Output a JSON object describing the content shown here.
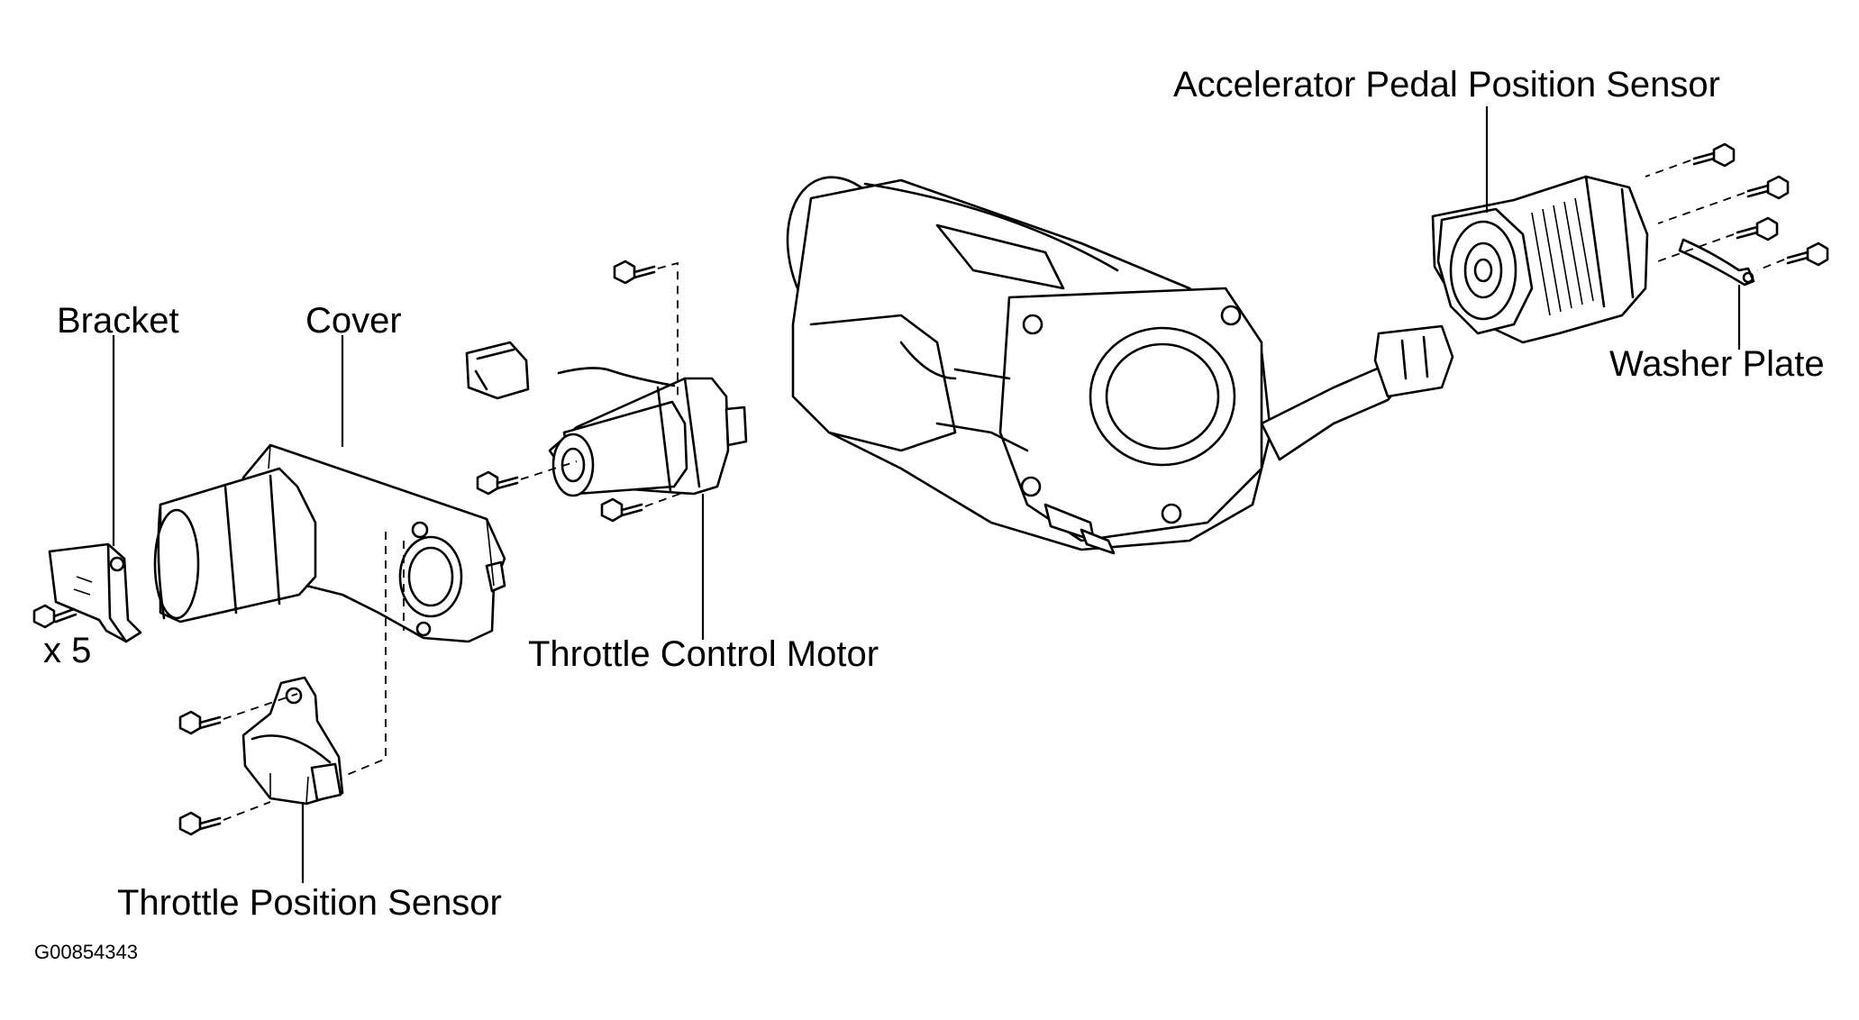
{
  "labels": {
    "bracket": "Bracket",
    "cover": "Cover",
    "qty": "x 5",
    "throttle_control_motor": "Throttle Control Motor",
    "throttle_position_sensor": "Throttle Position Sensor",
    "accelerator_pedal_position_sensor": "Accelerator Pedal Position Sensor",
    "washer_plate": "Washer Plate"
  },
  "figure_code": "G00854343"
}
